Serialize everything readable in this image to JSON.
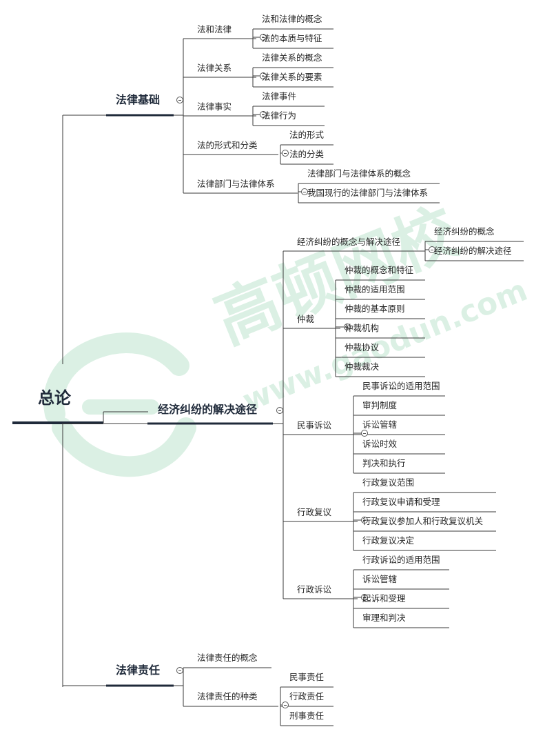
{
  "root": {
    "label": "总论"
  },
  "branches": [
    {
      "label": "法律基础",
      "children": [
        {
          "label": "法和法律",
          "children": [
            "法和法律的概念",
            "法的本质与特征"
          ]
        },
        {
          "label": "法律关系",
          "children": [
            "法律关系的概念",
            "法律关系的要素"
          ]
        },
        {
          "label": "法律事实",
          "children": [
            "法律事件",
            "法律行为"
          ]
        },
        {
          "label": "法的形式和分类",
          "children": [
            "法的形式",
            "法的分类"
          ]
        },
        {
          "label": "法律部门与法律体系",
          "children": [
            "法律部门与法律体系的概念",
            "我国现行的法律部门与法律体系"
          ]
        }
      ]
    },
    {
      "label": "经济纠纷的解决途径",
      "children": [
        {
          "label": "经济纠纷的概念与解决途径",
          "children": [
            "经济纠纷的概念",
            "经济纠纷的解决途径"
          ]
        },
        {
          "label": "仲裁",
          "children": [
            "仲裁的概念和特征",
            "仲裁的适用范围",
            "仲裁的基本原则",
            "仲裁机构",
            "仲裁协议",
            "仲裁裁决"
          ]
        },
        {
          "label": "民事诉讼",
          "children": [
            "民事诉讼的适用范围",
            "审判制度",
            "诉讼管辖",
            "诉讼时效",
            "判决和执行"
          ]
        },
        {
          "label": "行政复议",
          "children": [
            "行政复议范围",
            "行政复议申请和受理",
            "行政复议参加人和行政复议机关",
            "行政复议决定"
          ]
        },
        {
          "label": "行政诉讼",
          "children": [
            "行政诉讼的适用范围",
            "诉讼管辖",
            "起诉和受理",
            "审理和判决"
          ]
        }
      ]
    },
    {
      "label": "法律责任",
      "children": [
        {
          "label": "法律责任的概念",
          "children": []
        },
        {
          "label": "法律责任的种类",
          "children": [
            "民事责任",
            "行政责任",
            "刑事责任"
          ]
        }
      ]
    }
  ],
  "watermark": {
    "brand_cn": "高顿网校",
    "url": "www.gaodun.com"
  },
  "colors": {
    "line": "#3a3a3a",
    "main_underline": "#1f2a3a",
    "watermark": "#5fbf86"
  }
}
